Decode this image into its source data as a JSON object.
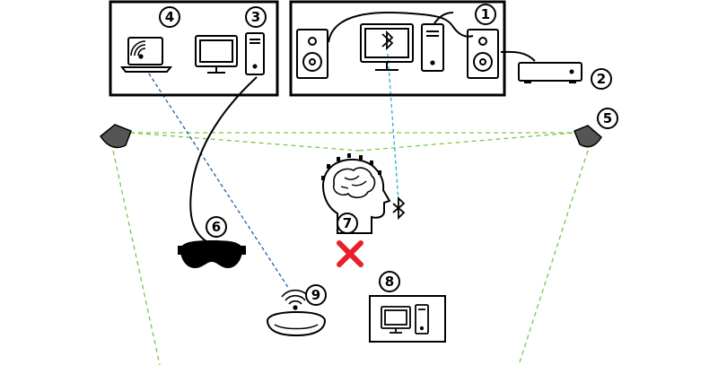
{
  "markers": [
    {
      "id": "1",
      "label": "1"
    },
    {
      "id": "2",
      "label": "2"
    },
    {
      "id": "3",
      "label": "3"
    },
    {
      "id": "4",
      "label": "4"
    },
    {
      "id": "5",
      "label": "5"
    },
    {
      "id": "6",
      "label": "6"
    },
    {
      "id": "7",
      "label": "7"
    },
    {
      "id": "8",
      "label": "8"
    },
    {
      "id": "9",
      "label": "9"
    }
  ],
  "icons": {
    "left_box": [
      "laptop-wifi-icon",
      "monitor-icon",
      "pc-tower-icon"
    ],
    "right_box": [
      "speaker-icon",
      "monitor-bluetooth-icon",
      "pc-tower-icon",
      "speaker-icon"
    ],
    "peripherals": [
      "set-top-box-icon",
      "tracking-camera-icon",
      "vr-headset-icon",
      "brain-head-icon",
      "bluetooth-icon",
      "no-signal-x-icon",
      "pc-station-icon",
      "ar-headset-wifi-icon"
    ]
  },
  "colors": {
    "outline": "#000000",
    "tracking_lines": "#7ac943",
    "wifi_link": "#1f5fa8",
    "bluetooth_link": "#29abe2",
    "cross": "#e8202a",
    "camera_fill": "#555555"
  }
}
